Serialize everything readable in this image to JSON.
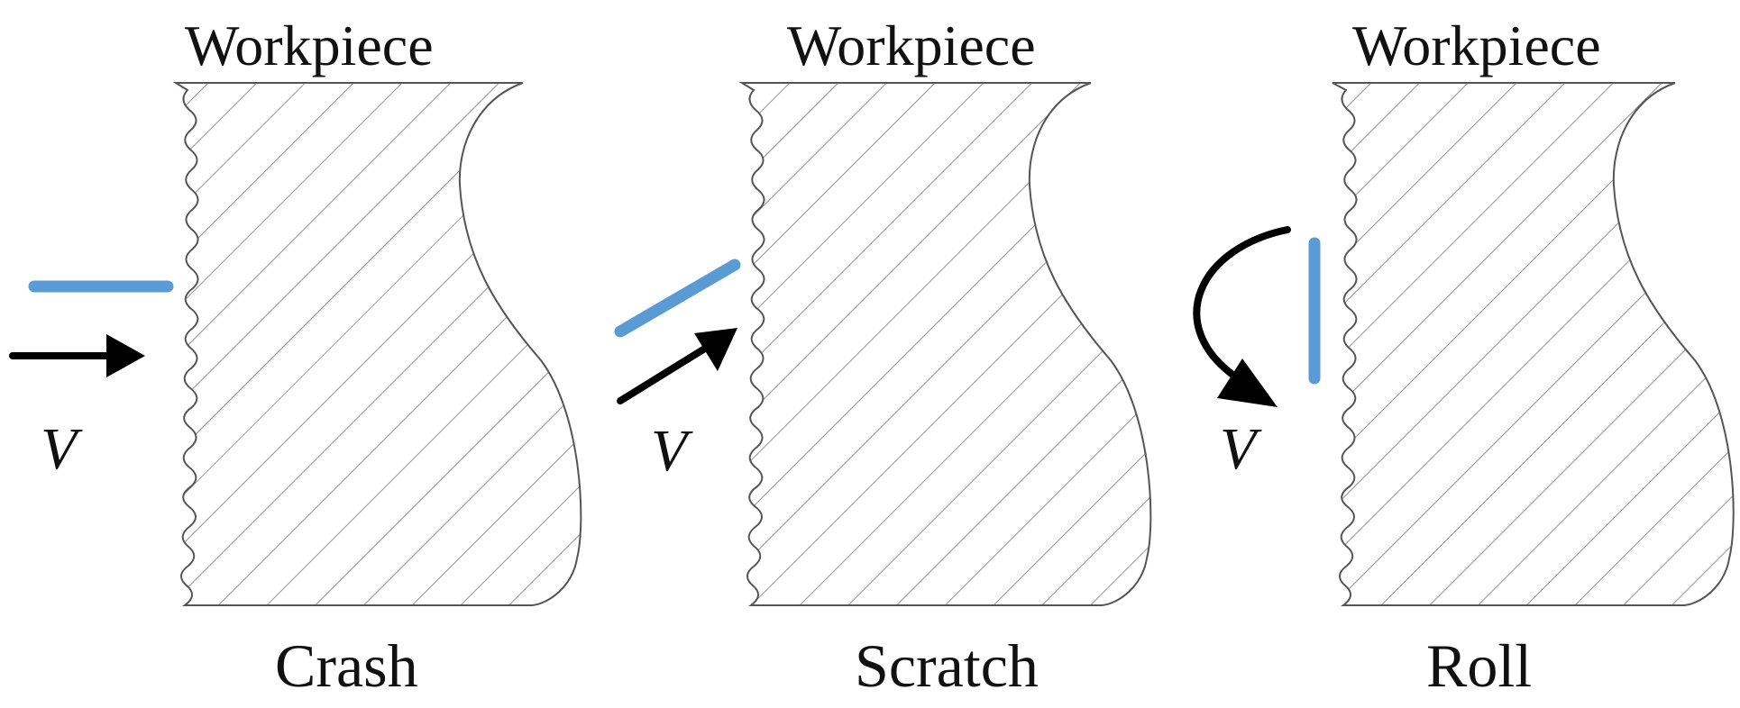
{
  "colors": {
    "particle": "#5b9bd5",
    "arrow": "#000000",
    "hatch": "#777777",
    "text": "#111111"
  },
  "panels": [
    {
      "id": "crash",
      "title": "Workpiece",
      "velocity_label": "V",
      "caption": "Crash"
    },
    {
      "id": "scratch",
      "title": "Workpiece",
      "velocity_label": "V",
      "caption": "Scratch"
    },
    {
      "id": "roll",
      "title": "Workpiece",
      "velocity_label": "V",
      "caption": "Roll"
    }
  ]
}
